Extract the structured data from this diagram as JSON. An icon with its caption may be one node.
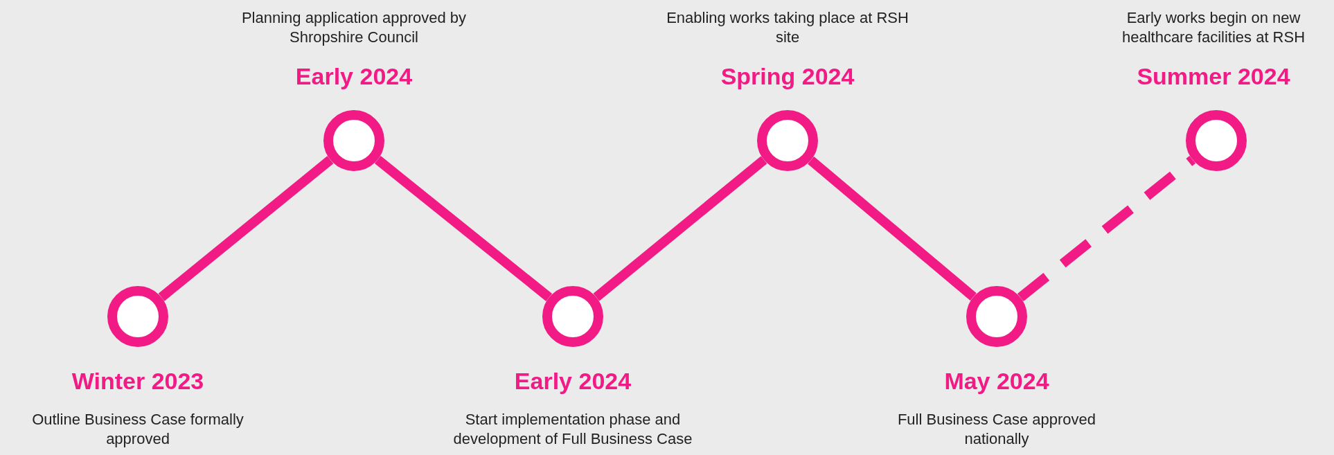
{
  "diagram": {
    "nodes": [
      {
        "text": [],
        "shape": "circle",
        "beside": [
          "Winter 2023",
          "Outline Business Case formally approved"
        ]
      },
      {
        "text": [],
        "shape": "circle",
        "beside": [
          "Early 2024",
          "Planning application approved by Shropshire Council"
        ]
      },
      {
        "text": [],
        "shape": "circle",
        "beside": [
          "Early 2024",
          "Start implementation phase and development of Full Business Case"
        ]
      },
      {
        "text": [],
        "shape": "circle",
        "beside": [
          "Spring 2024",
          "Enabling works taking place at RSH site"
        ]
      },
      {
        "text": [],
        "shape": "circle",
        "beside": [
          "May 2024",
          "Full Business Case approved nationally"
        ]
      },
      {
        "text": [],
        "shape": "circle",
        "beside": [
          "Summer 2024",
          "Early works begin on new healthcare facilities at RSH"
        ]
      }
    ],
    "edges": [
      {
        "from": 0,
        "to": 1,
        "arrow": "none"
      },
      {
        "from": 1,
        "to": 2,
        "arrow": "none"
      },
      {
        "from": 2,
        "to": 3,
        "arrow": "none"
      },
      {
        "from": 3,
        "to": 4,
        "arrow": "none"
      },
      {
        "from": 4,
        "to": 5,
        "arrow": "none",
        "style": "dashed"
      }
    ]
  }
}
